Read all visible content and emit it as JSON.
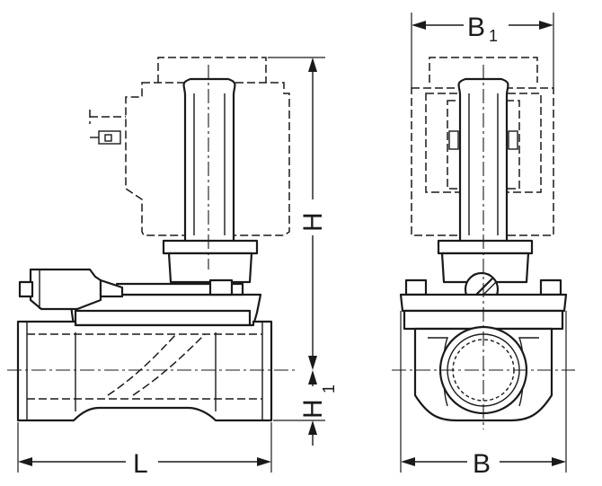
{
  "diagram": {
    "dimensions": {
      "B1": {
        "main": "B",
        "sub": "1"
      },
      "H": {
        "main": "H"
      },
      "H1": {
        "main": "H",
        "sub": "1"
      },
      "L": {
        "main": "L"
      },
      "B": {
        "main": "B"
      }
    }
  }
}
